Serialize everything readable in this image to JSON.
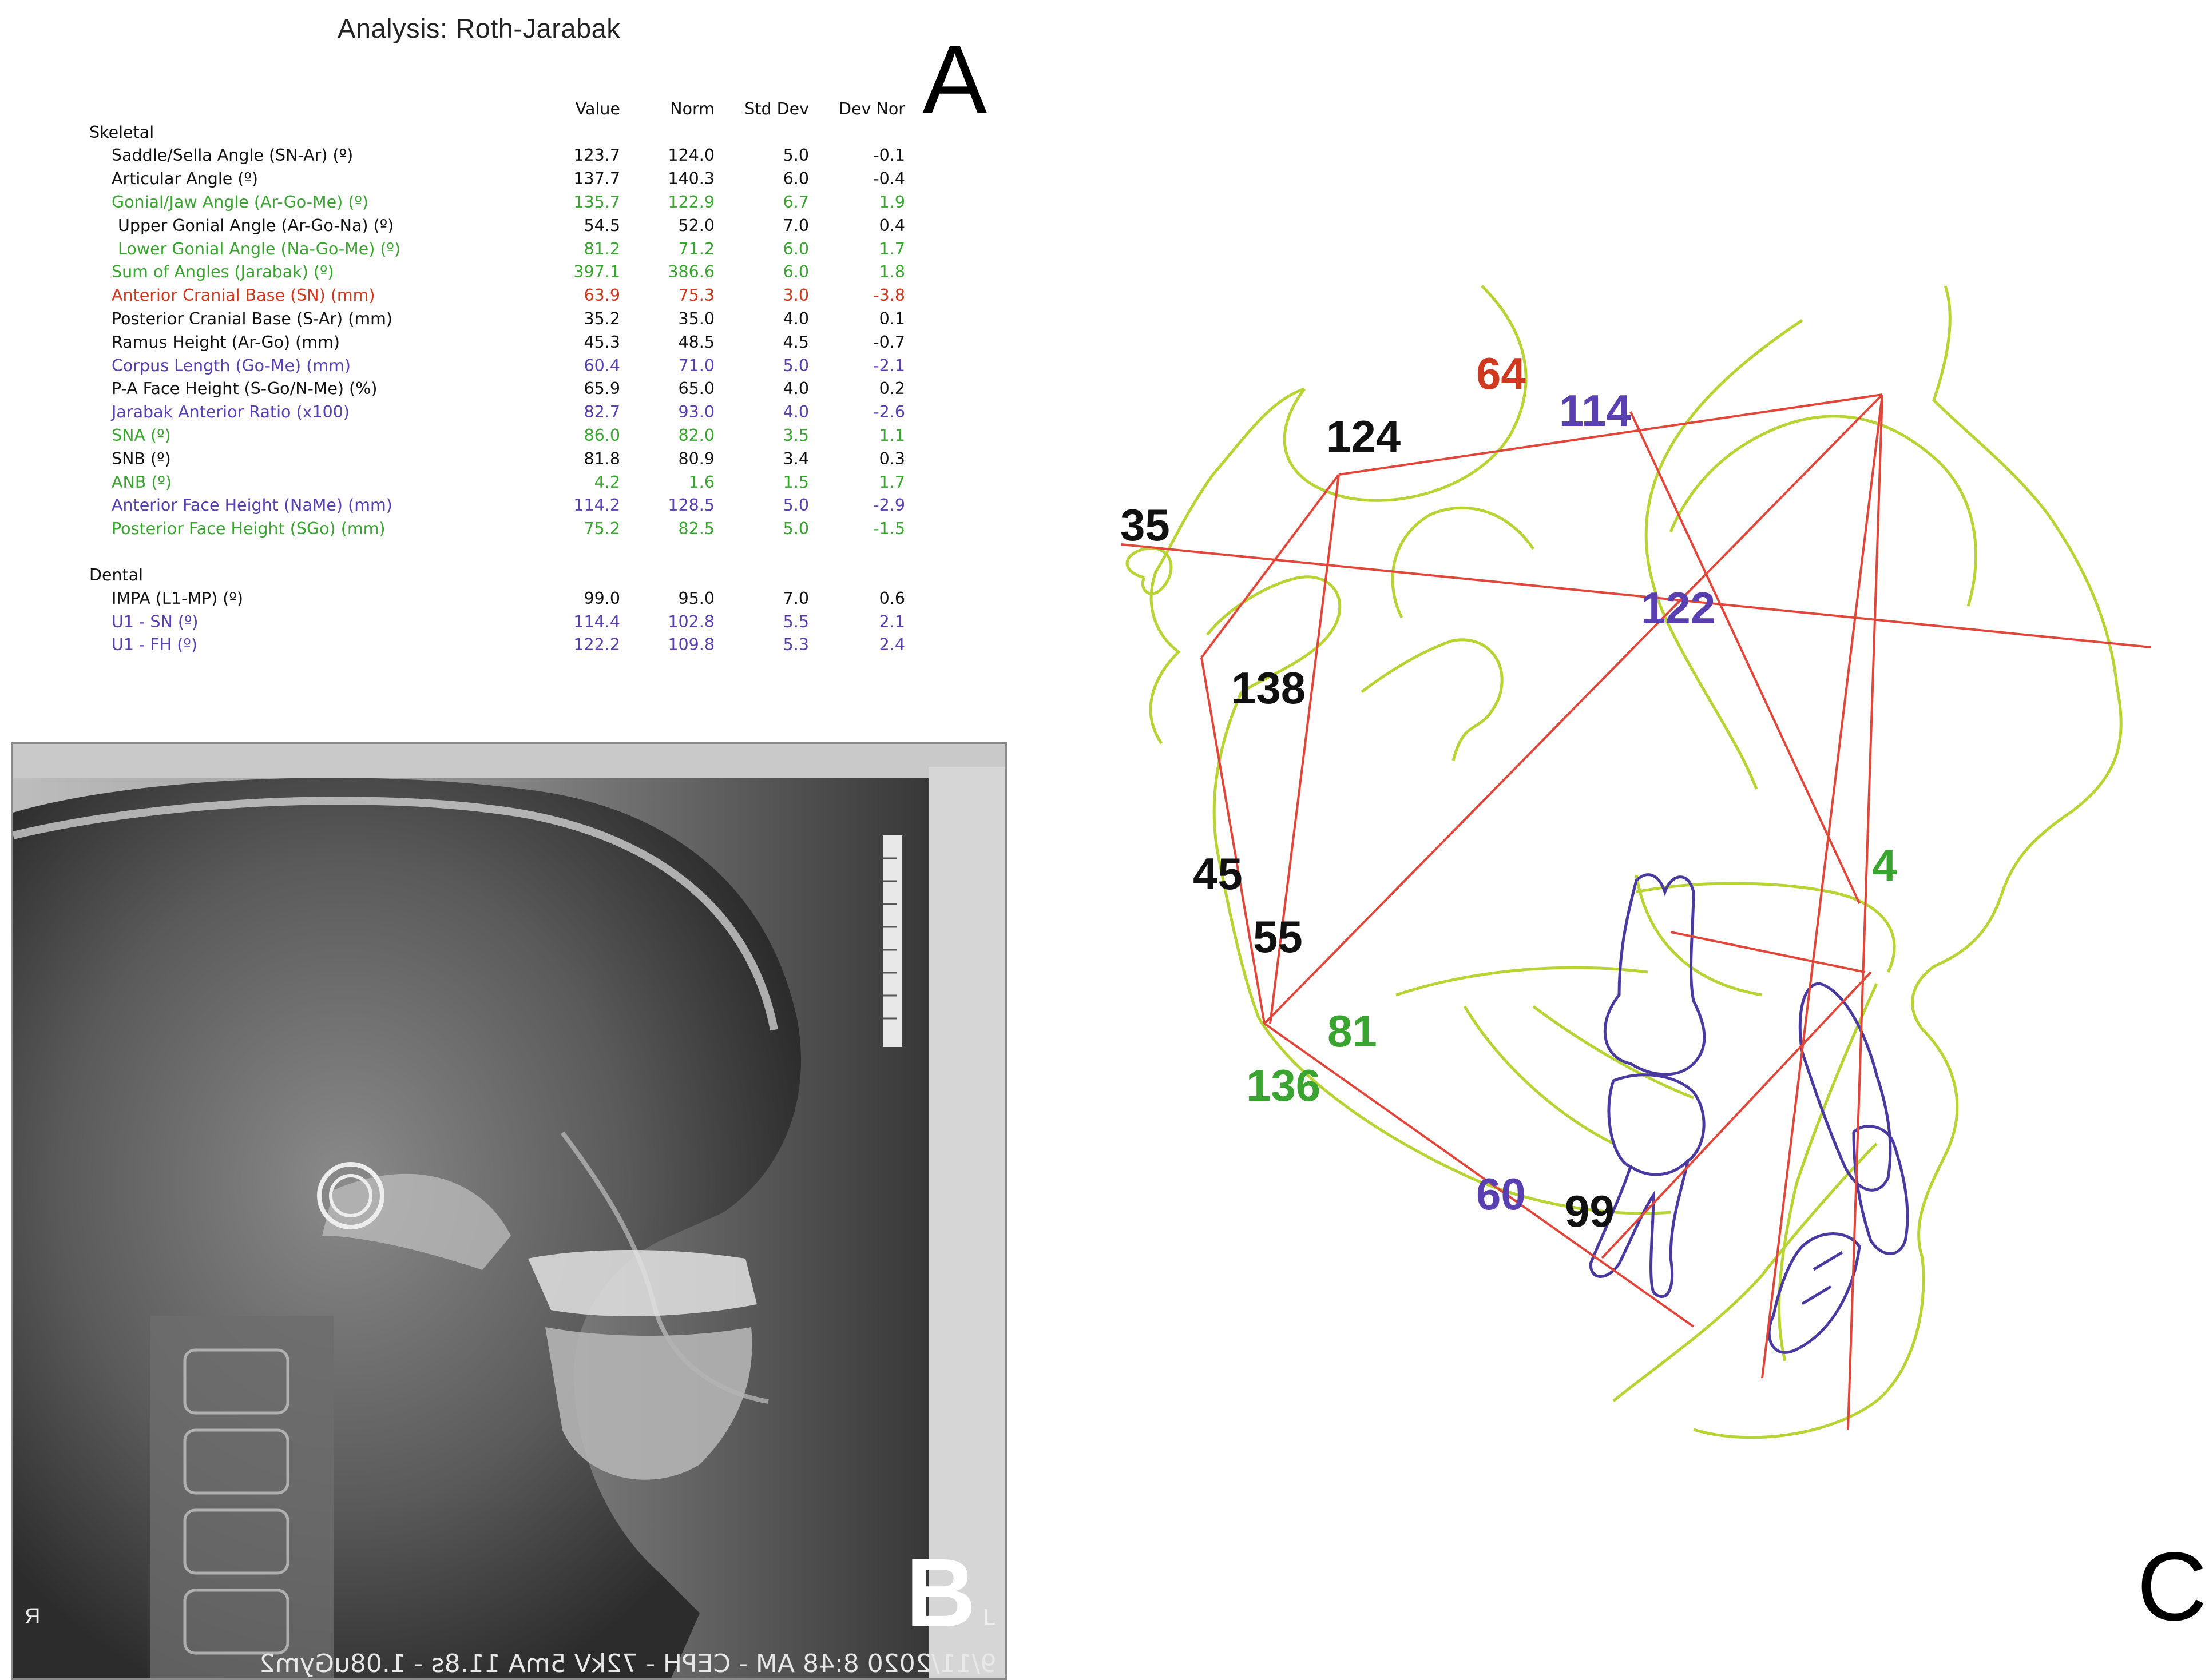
{
  "panel_a": {
    "letter": "A",
    "title": "Analysis: Roth-Jarabak",
    "columns": [
      "Value",
      "Norm",
      "Std Dev",
      "Dev Nor"
    ],
    "sections": [
      {
        "name": "Skeletal",
        "rows": [
          {
            "label": "Saddle/Sella Angle (SN-Ar) (º)",
            "value": "123.7",
            "norm": "124.0",
            "std": "5.0",
            "dev": "-0.1",
            "color": "#111111"
          },
          {
            "label": "Articular Angle (º)",
            "value": "137.7",
            "norm": "140.3",
            "std": "6.0",
            "dev": "-0.4",
            "color": "#111111"
          },
          {
            "label": "Gonial/Jaw Angle (Ar-Go-Me) (º)",
            "value": "135.7",
            "norm": "122.9",
            "std": "6.7",
            "dev": "1.9",
            "color": "#3aa430"
          },
          {
            "label": "Upper Gonial Angle (Ar-Go-Na) (º)",
            "value": "54.5",
            "norm": "52.0",
            "std": "7.0",
            "dev": "0.4",
            "color": "#111111"
          },
          {
            "label": "Lower Gonial Angle (Na-Go-Me) (º)",
            "value": "81.2",
            "norm": "71.2",
            "std": "6.0",
            "dev": "1.7",
            "color": "#3aa430"
          },
          {
            "label": "Sum of Angles (Jarabak) (º)",
            "value": "397.1",
            "norm": "386.6",
            "std": "6.0",
            "dev": "1.8",
            "color": "#3aa430"
          },
          {
            "label": "Anterior Cranial Base (SN) (mm)",
            "value": "63.9",
            "norm": "75.3",
            "std": "3.0",
            "dev": "-3.8",
            "color": "#d0381f"
          },
          {
            "label": "Posterior Cranial Base (S-Ar) (mm)",
            "value": "35.2",
            "norm": "35.0",
            "std": "4.0",
            "dev": "0.1",
            "color": "#111111"
          },
          {
            "label": "Ramus Height (Ar-Go) (mm)",
            "value": "45.3",
            "norm": "48.5",
            "std": "4.5",
            "dev": "-0.7",
            "color": "#111111"
          },
          {
            "label": "Corpus Length (Go-Me) (mm)",
            "value": "60.4",
            "norm": "71.0",
            "std": "5.0",
            "dev": "-2.1",
            "color": "#5a3fb0"
          },
          {
            "label": "P-A Face Height (S-Go/N-Me) (%)",
            "value": "65.9",
            "norm": "65.0",
            "std": "4.0",
            "dev": "0.2",
            "color": "#111111"
          },
          {
            "label": "Jarabak Anterior Ratio (x100)",
            "value": "82.7",
            "norm": "93.0",
            "std": "4.0",
            "dev": "-2.6",
            "color": "#5a3fb0"
          },
          {
            "label": "SNA (º)",
            "value": "86.0",
            "norm": "82.0",
            "std": "3.5",
            "dev": "1.1",
            "color": "#3aa430"
          },
          {
            "label": "SNB (º)",
            "value": "81.8",
            "norm": "80.9",
            "std": "3.4",
            "dev": "0.3",
            "color": "#111111"
          },
          {
            "label": "ANB (º)",
            "value": "4.2",
            "norm": "1.6",
            "std": "1.5",
            "dev": "1.7",
            "color": "#3aa430"
          },
          {
            "label": "Anterior Face Height (NaMe) (mm)",
            "value": "114.2",
            "norm": "128.5",
            "std": "5.0",
            "dev": "-2.9",
            "color": "#5a3fb0"
          },
          {
            "label": "Posterior Face Height (SGo) (mm)",
            "value": "75.2",
            "norm": "82.5",
            "std": "5.0",
            "dev": "-1.5",
            "color": "#3aa430"
          }
        ]
      },
      {
        "name": "Dental",
        "rows": [
          {
            "label": "IMPA (L1-MP) (º)",
            "value": "99.0",
            "norm": "95.0",
            "std": "7.0",
            "dev": "0.6",
            "color": "#111111"
          },
          {
            "label": "U1 - SN (º)",
            "value": "114.4",
            "norm": "102.8",
            "std": "5.5",
            "dev": "2.1",
            "color": "#5a3fb0"
          },
          {
            "label": "U1 - FH (º)",
            "value": "122.2",
            "norm": "109.8",
            "std": "5.3",
            "dev": "2.4",
            "color": "#5a3fb0"
          }
        ]
      }
    ]
  },
  "panel_b": {
    "letter": "B",
    "caption": "9/11/2020 8:48 AM - CEPH - 72kV 5mA 11.8s - 1.08uGym2",
    "side_left": "R",
    "side_right": "L"
  },
  "panel_c": {
    "letter": "C",
    "measurements": [
      {
        "text": "64",
        "color": "#d0381f"
      },
      {
        "text": "114",
        "color": "#5a3fb0"
      },
      {
        "text": "124",
        "color": "#111111"
      },
      {
        "text": "35",
        "color": "#111111"
      },
      {
        "text": "122",
        "color": "#5a3fb0"
      },
      {
        "text": "138",
        "color": "#111111"
      },
      {
        "text": "4",
        "color": "#3aa430"
      },
      {
        "text": "45",
        "color": "#111111"
      },
      {
        "text": "55",
        "color": "#111111"
      },
      {
        "text": "81",
        "color": "#3aa430"
      },
      {
        "text": "136",
        "color": "#3aa430"
      },
      {
        "text": "60",
        "color": "#5a3fb0"
      },
      {
        "text": "99",
        "color": "#111111"
      }
    ],
    "colors": {
      "tracing": "#b7d334",
      "lines": "#e0463a",
      "teeth": "#4a3aa0"
    }
  }
}
